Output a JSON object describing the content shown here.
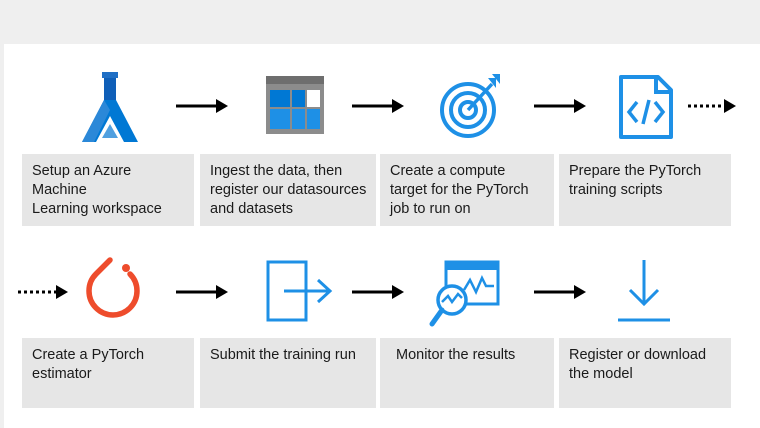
{
  "row1": {
    "steps": [
      {
        "icon": "azure-ml-flask-icon",
        "label": "Setup an Azure Machine\nLearning workspace"
      },
      {
        "icon": "data-table-icon",
        "label": "Ingest the data, then\nregister our datasources\nand datasets"
      },
      {
        "icon": "target-icon",
        "label": "Create a compute\ntarget for the PyTorch\njob to run on"
      },
      {
        "icon": "code-file-icon",
        "label": "Prepare the PyTorch\ntraining scripts"
      }
    ]
  },
  "row2": {
    "steps": [
      {
        "icon": "pytorch-logo-icon",
        "label": "Create a PyTorch estimator"
      },
      {
        "icon": "submit-icon",
        "label": "Submit the training run"
      },
      {
        "icon": "monitor-chart-icon",
        "label": "Monitor the results"
      },
      {
        "icon": "download-icon",
        "label": "Register or download\nthe model"
      }
    ]
  },
  "colors": {
    "azure_blue": "#0078d4",
    "light_blue": "#50a0e0",
    "gray": "#8c8c8c",
    "pytorch_orange": "#ee4c2c",
    "box_bg": "#e6e6e6"
  }
}
